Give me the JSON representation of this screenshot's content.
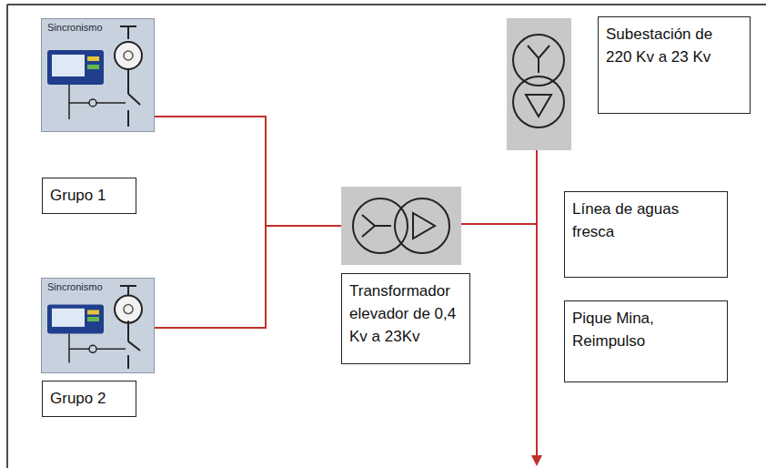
{
  "diagram": {
    "nodes": [
      {
        "text": [
          "Sincronismo"
        ]
      },
      {
        "text": [
          "Subestación de 220 Kv a 23 Kv"
        ]
      },
      {
        "text": [
          "Grupo 1"
        ]
      },
      {
        "text": [
          "Línea de aguas fresca"
        ]
      },
      {
        "text": [
          "Transformador elevador de 0,4 Kv a 23Kv"
        ]
      },
      {
        "text": [
          "Sincronismo"
        ]
      },
      {
        "text": [
          "Pique Mina, Reimpulso"
        ]
      },
      {
        "text": [
          "Grupo 2"
        ]
      }
    ]
  }
}
